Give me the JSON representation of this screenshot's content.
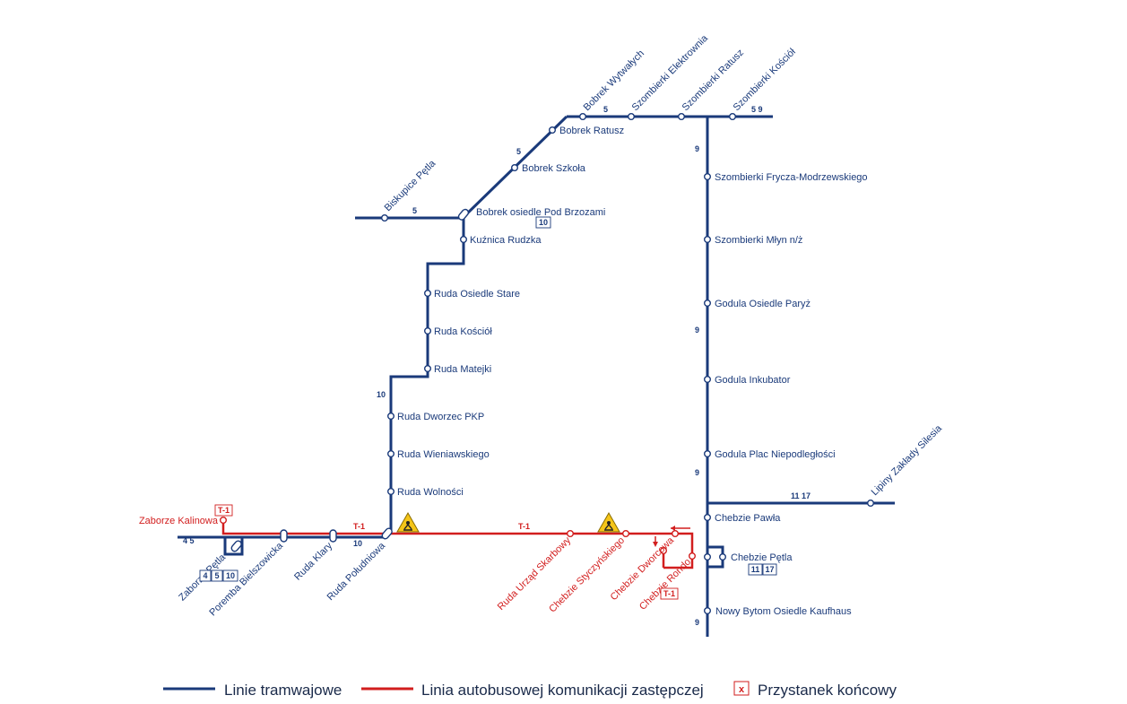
{
  "colors": {
    "tram": "#1a3a7a",
    "replacement_bus": "#d21e1e",
    "warning": "#f5c518"
  },
  "stops": {
    "bobrek_wytwalych": "Bobrek Wytwałych",
    "szombierki_elektrownia": "Szombierki Elektrownia",
    "szombierki_ratusz": "Szombierki Ratusz",
    "szombierki_kosciol": "Szombierki Kościół",
    "bobrek_ratusz": "Bobrek Ratusz",
    "bobrek_szkola": "Bobrek Szkoła",
    "biskupice_petla": "Biskupice Pętla",
    "bobrek_pod_brzozami": "Bobrek osiedle Pod Brzozami",
    "kuznica_rudzka": "Kuźnica Rudzka",
    "ruda_osiedle_stare": "Ruda Osiedle Stare",
    "ruda_kosciol": "Ruda Kościół",
    "ruda_matejki": "Ruda Matejki",
    "ruda_dworzec_pkp": "Ruda Dworzec PKP",
    "ruda_wieniawskiego": "Ruda Wieniawskiego",
    "ruda_wolnosci": "Ruda Wolności",
    "zaborze_kalinowa": "Zaborze Kalinowa",
    "zaborze_petla": "Zaborze Pętla",
    "poremba_bielszowicka": "Poremba Bielszowicka",
    "ruda_klary": "Ruda Klary",
    "ruda_poludniowa": "Ruda Południowa",
    "ruda_urzad_skarbowy": "Ruda Urząd Skarbowy",
    "chebzie_styczynskiego": "Chebzie Styczyńskiego",
    "chebzie_dworcowa": "Chebzie Dworcowa",
    "chebzie_rondo": "Chebzie Rondo",
    "szombierki_frycza": "Szombierki Frycza-Modrzewskiego",
    "szombierki_mlyn": "Szombierki Młyn n/ż",
    "godula_osiedle_paryz": "Godula Osiedle Paryż",
    "godula_inkubator": "Godula Inkubator",
    "godula_plac": "Godula Plac Niepodległości",
    "lipiny": "Lipiny Zakłady Silesia",
    "chebzie_pawla": "Chebzie Pawła",
    "chebzie_petla": "Chebzie Pętla",
    "nowy_bytom": "Nowy Bytom Osiedle Kaufhaus"
  },
  "line_numbers": {
    "top_5": "5",
    "top_5_9": "5 9",
    "diag_5": "5",
    "biskupice_5": "5",
    "vert_9_a": "9",
    "vert_9_b": "9",
    "vert_9_c": "9",
    "vert_9_d": "9",
    "lipiny_11_17": "11 17",
    "left_10": "10",
    "bottom_10": "10",
    "west_4_5": "4 5",
    "bus_t1_a": "T-1",
    "bus_t1_b": "T-1"
  },
  "terminus_boxes": {
    "bobrek_10": "10",
    "zaborze_4": "4",
    "zaborze_5": "5",
    "zaborze_10": "10",
    "chebzie_11": "11",
    "chebzie_17": "17",
    "kalinowa_t1": "T-1",
    "rondo_t1": "T-1"
  },
  "legend": {
    "tram": "Linie tramwajowe",
    "bus": "Linia autobusowej komunikacji zastępczej",
    "terminus_mark": "x",
    "terminus": "Przystanek końcowy"
  }
}
